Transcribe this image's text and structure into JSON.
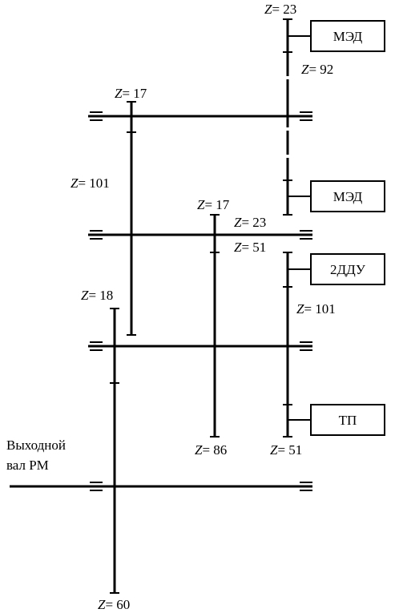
{
  "labels": {
    "z23_top": "= 23",
    "z92": "= 92",
    "z17_left": "= 17",
    "z101_left": "= 101",
    "z17_mid": "= 17",
    "z23_mid": "= 23",
    "z51_mid": "= 51",
    "z101_right": "= 101",
    "z18": "= 18",
    "z86": "= 86",
    "z51_bottom": "= 51",
    "z60": "= 60",
    "z_letter": "Z"
  },
  "boxes": {
    "med1": "МЭД",
    "med2": "МЭД",
    "ddu": "2ДДУ",
    "tp": "ТП"
  },
  "output_shaft": {
    "line1": "Выходной",
    "line2": "вал РМ"
  }
}
